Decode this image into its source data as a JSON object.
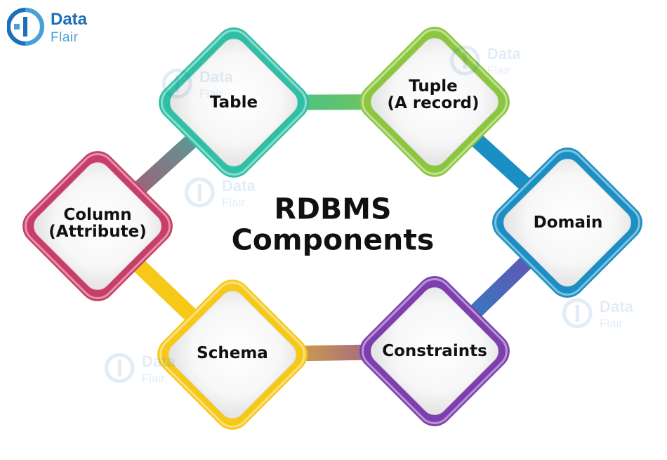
{
  "logo": {
    "line1": "Data",
    "line2": "Flair"
  },
  "watermark": {
    "line1": "Data",
    "line2": "Flair"
  },
  "title": {
    "line1": "RDBMS",
    "line2": "Components"
  },
  "nodes": [
    {
      "id": "table",
      "lines": [
        "Table"
      ],
      "color": "#2fbfa5"
    },
    {
      "id": "tuple",
      "lines": [
        "Tuple",
        "(A record)"
      ],
      "color": "#8cc63f"
    },
    {
      "id": "domain",
      "lines": [
        "Domain"
      ],
      "color": "#1b8fc4"
    },
    {
      "id": "constraints",
      "lines": [
        "Constraints"
      ],
      "color": "#7d3fb0"
    },
    {
      "id": "schema",
      "lines": [
        "Schema"
      ],
      "color": "#f6c919"
    },
    {
      "id": "column",
      "lines": [
        "Column",
        "(Attribute)"
      ],
      "color": "#c93d68"
    }
  ]
}
